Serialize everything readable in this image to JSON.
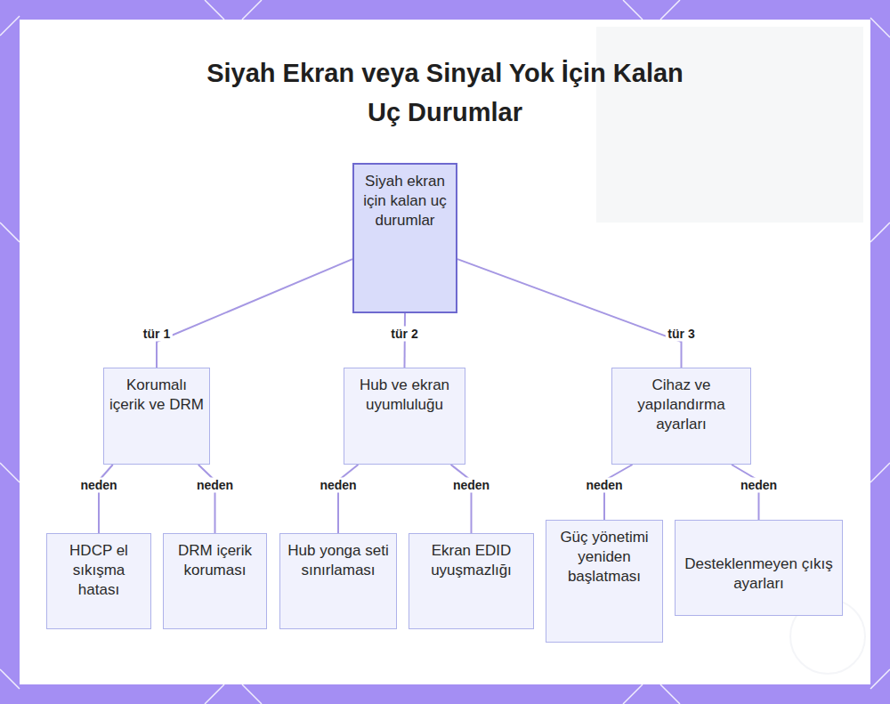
{
  "diagram": {
    "title": "Siyah Ekran veya Sinyal Yok İçin Kalan Uç Durumlar",
    "nodes": [
      {
        "text": [
          "Siyah ekran için kalan uç durumlar"
        ]
      },
      {
        "text": [
          "Korumalı içerik ve DRM"
        ]
      },
      {
        "text": [
          "Hub ve ekran uyumluluğu"
        ]
      },
      {
        "text": [
          "Cihaz ve yapılandırma ayarları"
        ]
      },
      {
        "text": [
          "HDCP el sıkışma hatası"
        ]
      },
      {
        "text": [
          "DRM içerik koruması"
        ]
      },
      {
        "text": [
          "Hub yonga seti sınırlaması"
        ]
      },
      {
        "text": [
          "Ekran EDID uyuşmazlığı"
        ]
      },
      {
        "text": [
          "Güç yönetimi yeniden başlatması"
        ]
      },
      {
        "text": [
          "Desteklenmeyen çıkış ayarları"
        ]
      }
    ],
    "edges": [
      {
        "from": 0,
        "to": 1,
        "label": "tür 1",
        "arrow": "none"
      },
      {
        "from": 0,
        "to": 2,
        "label": "tür 2",
        "arrow": "none"
      },
      {
        "from": 0,
        "to": 3,
        "label": "tür 3",
        "arrow": "none"
      },
      {
        "from": 1,
        "to": 4,
        "label": "neden",
        "arrow": "none"
      },
      {
        "from": 1,
        "to": 5,
        "label": "neden",
        "arrow": "none"
      },
      {
        "from": 2,
        "to": 6,
        "label": "neden",
        "arrow": "none"
      },
      {
        "from": 2,
        "to": 7,
        "label": "neden",
        "arrow": "none"
      },
      {
        "from": 3,
        "to": 8,
        "label": "neden",
        "arrow": "none"
      },
      {
        "from": 3,
        "to": 9,
        "label": "neden",
        "arrow": "none"
      }
    ]
  }
}
